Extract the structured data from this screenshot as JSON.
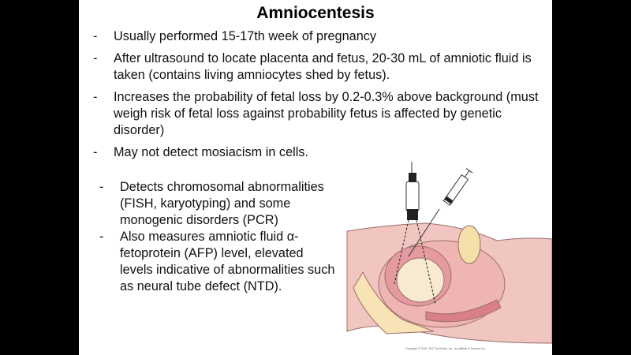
{
  "title": "Amniocentesis",
  "bullets": [
    "Usually performed 15-17th week of pregnancy",
    "After ultrasound to locate placenta and fetus, 20-30 mL of amniotic fluid is taken (contains living amniocytes shed by fetus).",
    "Increases the probability of fetal loss by 0.2-0.3% above background (must weigh risk of fetal loss against probability fetus is affected by genetic disorder)",
    "May not detect mosiacism in cells."
  ],
  "sub_bullets": [
    "Detects chromosomal abnormalities (FISH, karyotyping) and some monogenic disorders (PCR)",
    "Also measures amniotic fluid α-fetoprotein (AFP) level, elevated levels indicative of abnormalities such as neural tube defect (NTD)."
  ],
  "dash": "-",
  "figure_credit": "Copyright © 2010, 2007 by Mosby, Inc., an affiliate of Elsevier Inc."
}
